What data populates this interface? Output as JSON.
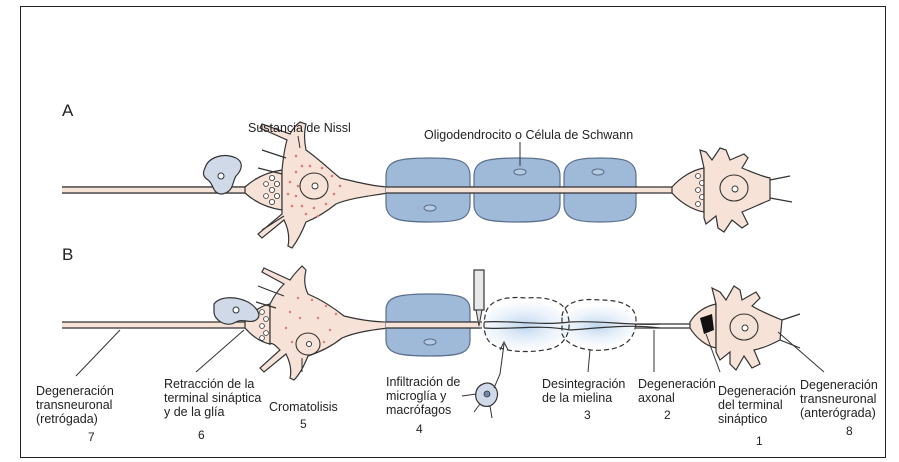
{
  "panels": {
    "a": "A",
    "b": "B"
  },
  "top_labels": {
    "nissl": "Sustancia de Nissl",
    "oligo": "Oligodendrocito o Célula de Schwann"
  },
  "bottom_labels": [
    {
      "id": "retro",
      "lines": [
        "Degeneración",
        "transneuronal",
        "(retrógada)"
      ],
      "num": "7"
    },
    {
      "id": "retraction",
      "lines": [
        "Retracción de la",
        "terminal sináptica",
        "y de la glía"
      ],
      "num": "6"
    },
    {
      "id": "chromatolysis",
      "lines": [
        "Cromatolisis"
      ],
      "num": "5"
    },
    {
      "id": "infiltration",
      "lines": [
        "Infiltración de",
        "microglía y",
        "macrófagos"
      ],
      "num": "4"
    },
    {
      "id": "myelin",
      "lines": [
        "Desintegración",
        "de la mielina"
      ],
      "num": "3"
    },
    {
      "id": "axonal",
      "lines": [
        "Degeneración",
        "axonal"
      ],
      "num": "2"
    },
    {
      "id": "terminal",
      "lines": [
        "Degeneración",
        "del terminal",
        "sináptico"
      ],
      "num": "1"
    },
    {
      "id": "antero",
      "lines": [
        "Degeneración",
        "transneuronal",
        "(anterógrada)"
      ],
      "num": "8"
    }
  ],
  "colors": {
    "neuron_fill": "#f6e2d6",
    "myelin_fill": "#9fb9d8",
    "myelin_stroke": "#5a6f8c",
    "nissl_dots": "#e07a7a",
    "outline": "#333333",
    "degenerating_haze": "#cfe0f2"
  }
}
